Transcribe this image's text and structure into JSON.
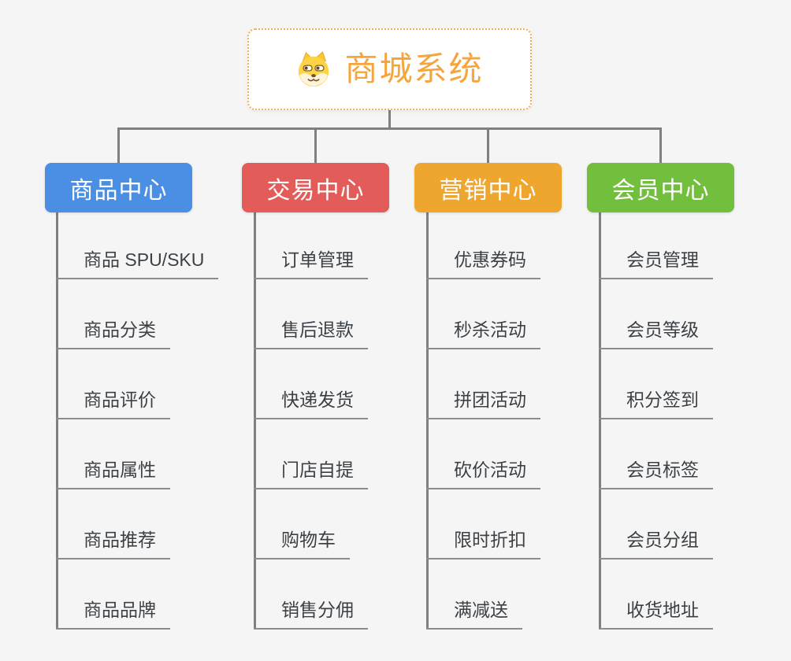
{
  "page": {
    "background_color": "#f5f5f5",
    "connector_color": "#7f7f7f",
    "child_underline_color": "#8c8c8c",
    "child_text_color": "#3b4045"
  },
  "root": {
    "label": "商城系统",
    "icon": "dog-face-icon",
    "text_color": "#f5a53c",
    "border_color": "#f2b056",
    "background_color": "#ffffff"
  },
  "branches": [
    {
      "label": "商品中心",
      "color": "#4a8fe4",
      "children": [
        "商品 SPU/SKU",
        "商品分类",
        "商品评价",
        "商品属性",
        "商品推荐",
        "商品品牌"
      ]
    },
    {
      "label": "交易中心",
      "color": "#e45c5a",
      "children": [
        "订单管理",
        "售后退款",
        "快递发货",
        "门店自提",
        "购物车",
        "销售分佣"
      ]
    },
    {
      "label": "营销中心",
      "color": "#eea62f",
      "children": [
        "优惠券码",
        "秒杀活动",
        "拼团活动",
        "砍价活动",
        "限时折扣",
        "满减送"
      ]
    },
    {
      "label": "会员中心",
      "color": "#71bf3d",
      "children": [
        "会员管理",
        "会员等级",
        "积分签到",
        "会员标签",
        "会员分组",
        "收货地址"
      ]
    }
  ]
}
